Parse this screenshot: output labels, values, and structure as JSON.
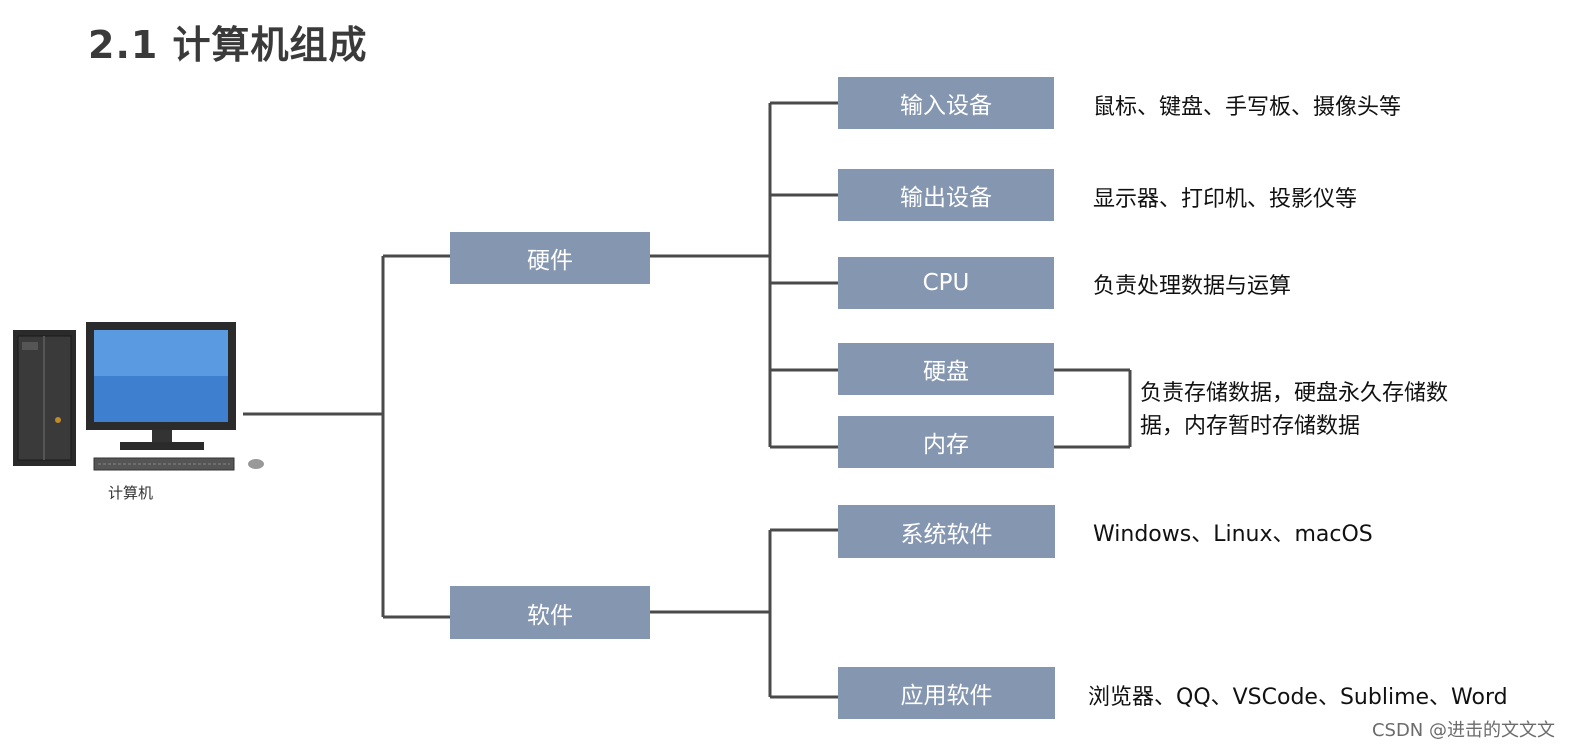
{
  "title": "2.1 计算机组成",
  "computer": {
    "label": "计算机"
  },
  "categories": {
    "hardware": "硬件",
    "software": "软件"
  },
  "hardware_items": [
    {
      "name": "输入设备",
      "desc": "鼠标、键盘、手写板、摄像头等"
    },
    {
      "name": "输出设备",
      "desc": "显示器、打印机、投影仪等"
    },
    {
      "name": "CPU",
      "desc": "负责处理数据与运算"
    },
    {
      "name": "硬盘"
    },
    {
      "name": "内存"
    }
  ],
  "storage_desc": "负责存储数据，硬盘永久存储数据，内存暂时存储数据",
  "software_items": [
    {
      "name": "系统软件",
      "desc": "Windows、Linux、macOS"
    },
    {
      "name": "应用软件",
      "desc": "浏览器、QQ、VSCode、Sublime、Word"
    }
  ],
  "watermark": "CSDN @进击的文文文",
  "colors": {
    "box": "#8496b0",
    "line": "#4a4a4a"
  }
}
